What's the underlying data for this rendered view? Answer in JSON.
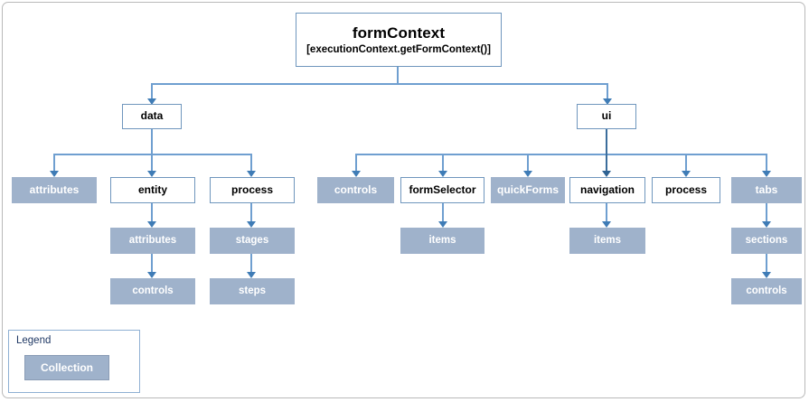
{
  "diagram": {
    "title": "formContext",
    "root": {
      "label": "formContext",
      "sublabel": "[executionContext.getFormContext()]"
    },
    "nodes": {
      "data": "data",
      "ui": "ui",
      "data_attributes": "attributes",
      "data_entity": "entity",
      "data_process": "process",
      "entity_attributes": "attributes",
      "entity_controls": "controls",
      "process_stages": "stages",
      "process_steps": "steps",
      "ui_controls": "controls",
      "ui_formSelector": "formSelector",
      "ui_quickForms": "quickForms",
      "ui_navigation": "navigation",
      "ui_process": "process",
      "ui_tabs": "tabs",
      "formSelector_items": "items",
      "navigation_items": "items",
      "tabs_sections": "sections",
      "sections_controls": "controls"
    }
  },
  "legend": {
    "title": "Legend",
    "collection_label": "Collection"
  },
  "colors": {
    "collection_fill": "#9fb2cb",
    "plain_border": "#6f96bd",
    "connector": "#6f9fd0",
    "connector_dark": "#3b6d9c",
    "frame_border": "#b9b9b9",
    "legend_border": "#8fb0d3",
    "legend_title_text": "#1f3864"
  }
}
